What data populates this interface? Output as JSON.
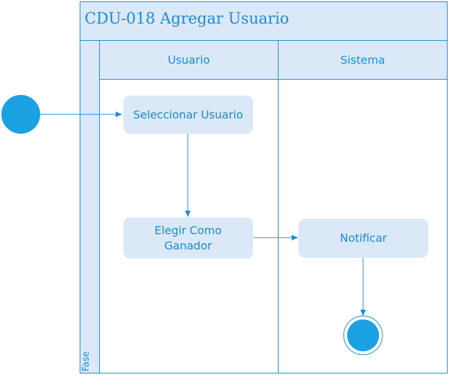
{
  "diagram": {
    "title": "CDU-018 Agregar Usuario",
    "phase_label": "Fase",
    "lanes": [
      {
        "label": "Usuario"
      },
      {
        "label": "Sistema"
      }
    ],
    "actions": {
      "select_user": "Seleccionar Usuario",
      "choose_winner": "Elegir Como Ganador",
      "notify": "Notificar"
    },
    "colors": {
      "accent": "#1d8bd1",
      "fill": "#dae8f7",
      "node": "#1ba1e2"
    }
  }
}
